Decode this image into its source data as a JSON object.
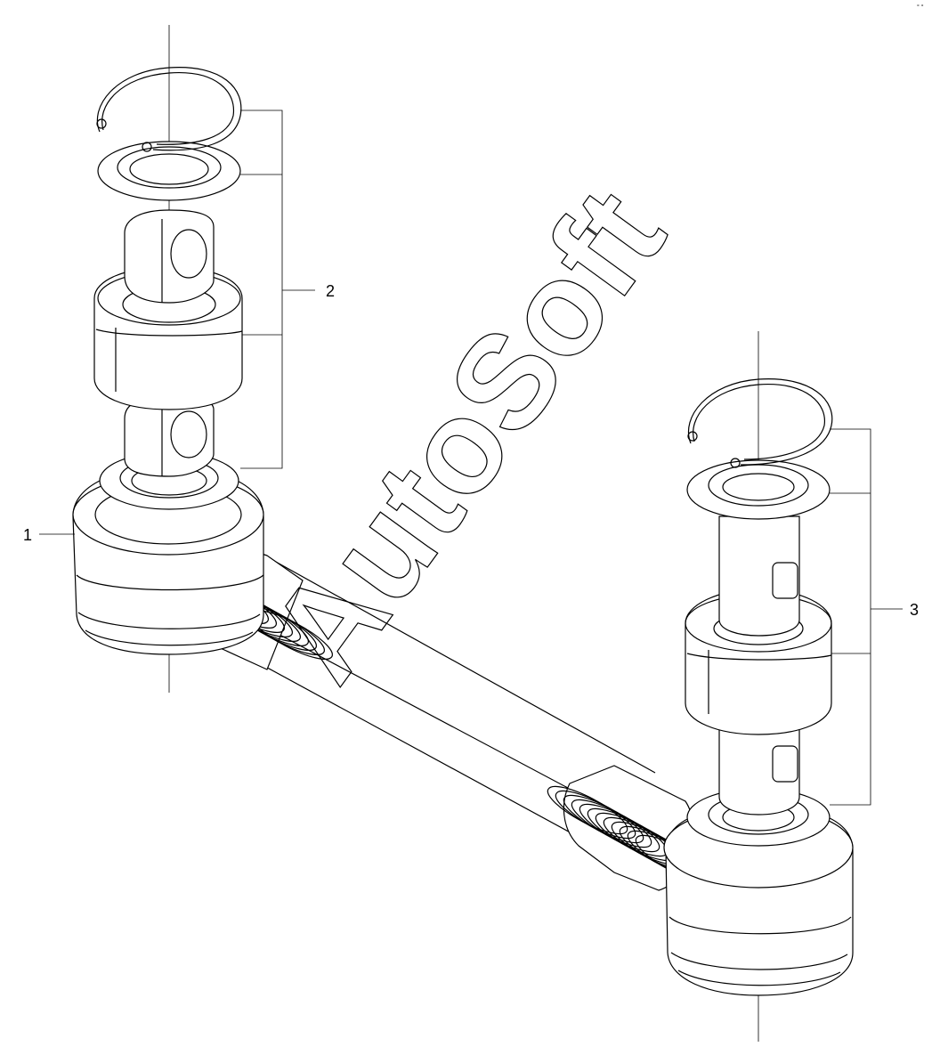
{
  "diagram": {
    "callouts": [
      {
        "id": "1",
        "label": "1",
        "part": "rod-end"
      },
      {
        "id": "2",
        "label": "2",
        "part": "upper-bushing-kit"
      },
      {
        "id": "3",
        "label": "3",
        "part": "lower-bushing-kit"
      }
    ],
    "watermark": "AutoSoft",
    "corner_mark": "° °"
  }
}
